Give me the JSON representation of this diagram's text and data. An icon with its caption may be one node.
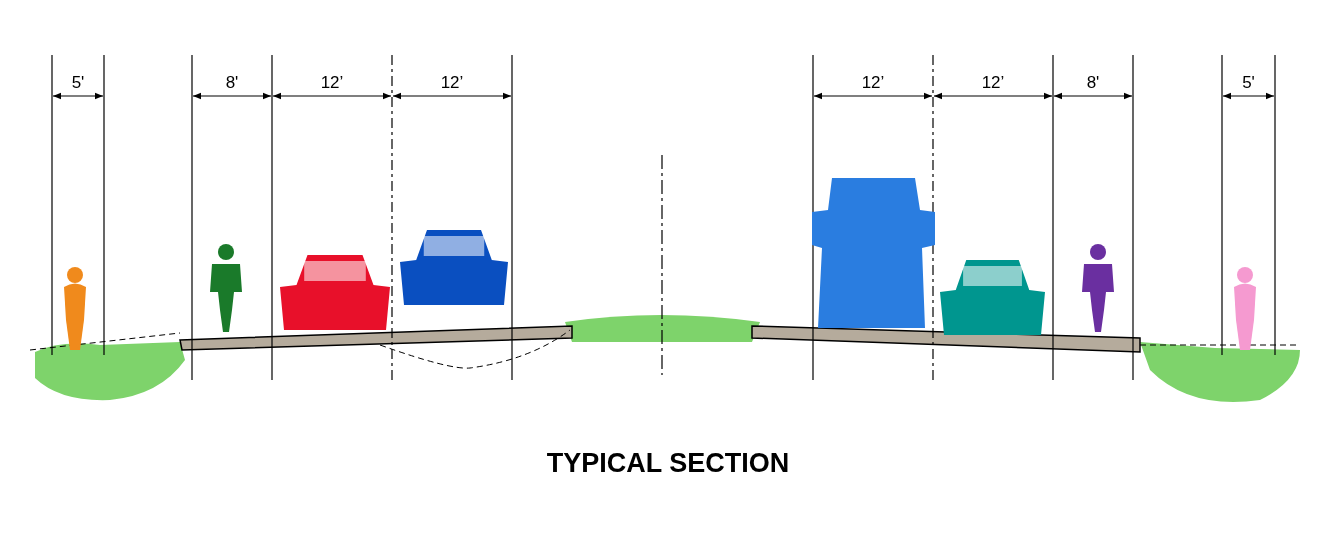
{
  "diagram": {
    "caption": "TYPICAL SECTION",
    "labels": [
      "5'",
      "8'",
      "12’",
      "12’",
      "12’",
      "12’",
      "8'",
      "5'"
    ]
  }
}
